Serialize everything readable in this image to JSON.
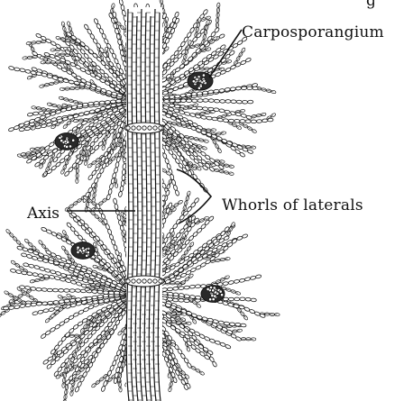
{
  "labels": {
    "carposporangium": "Carposporangium",
    "whorls": "Whorls of laterals",
    "axis": "Axis",
    "top_fragment": "g"
  },
  "colors": {
    "ink": "#111111",
    "background": "#ffffff"
  }
}
